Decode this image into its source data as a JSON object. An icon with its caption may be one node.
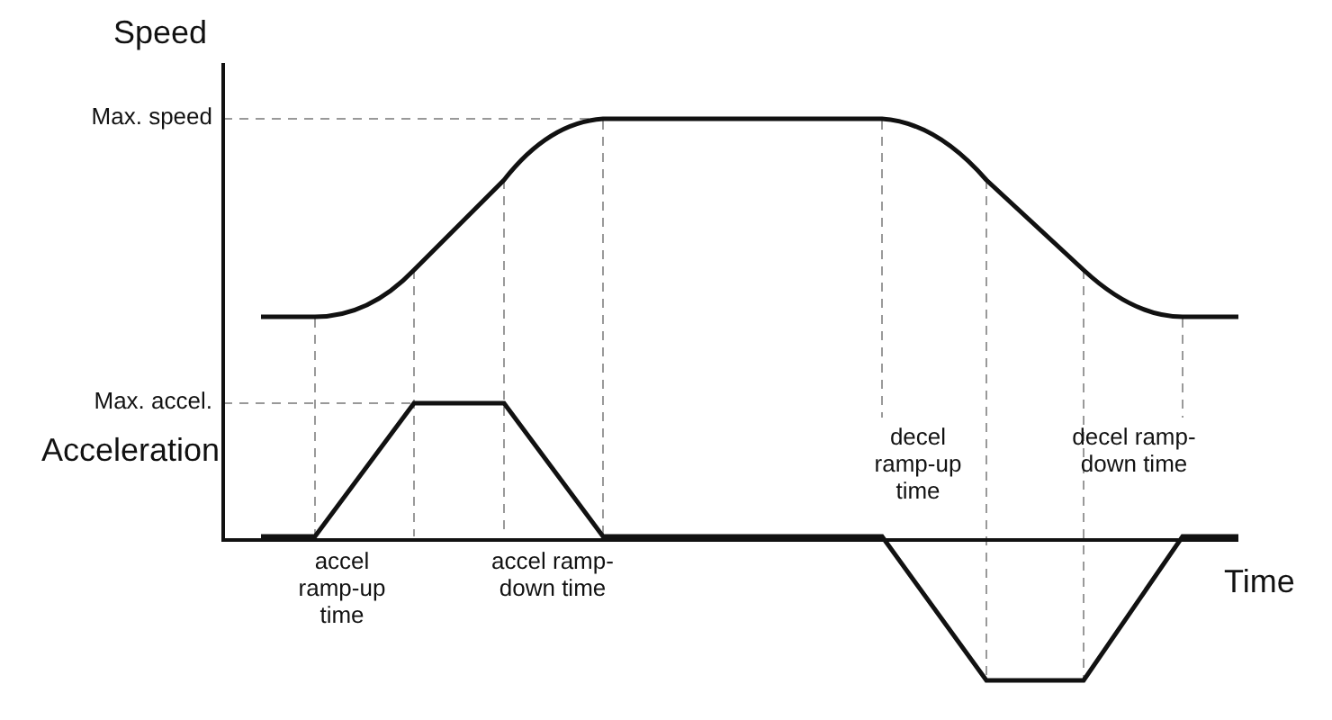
{
  "diagram": {
    "labels": [
      "Speed",
      "Max. speed",
      "Max. accel.",
      "Acceleration",
      "decel ramp-up time",
      "decel ramp-down time",
      "accel ramp-up time",
      "accel ramp-down time",
      "Time"
    ]
  }
}
